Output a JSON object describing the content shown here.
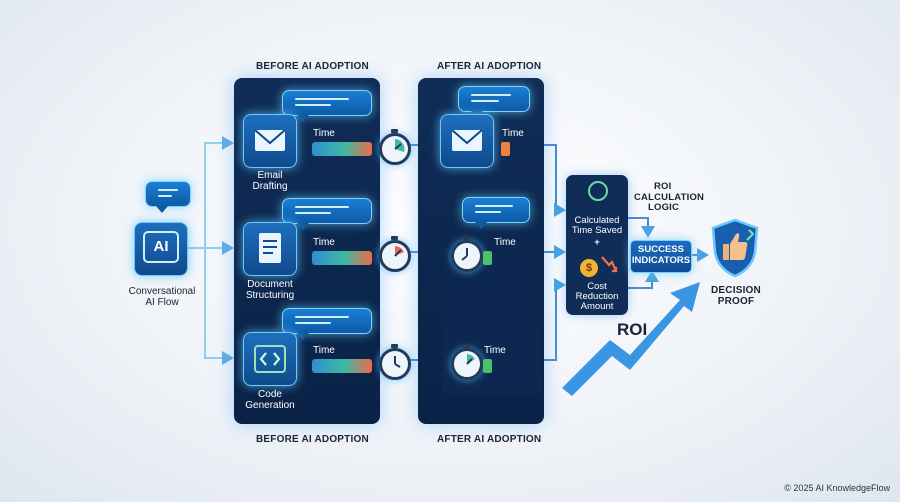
{
  "headers": {
    "before_top": "BEFORE AI ADOPTION",
    "after_top": "AFTER AI ADOPTION",
    "before_bottom": "BEFORE AI ADOPTION",
    "after_bottom": "AFTER AI ADOPTION"
  },
  "source": {
    "icon_text": "AI",
    "label_line1": "Conversational",
    "label_line2": "AI Flow"
  },
  "tasks": [
    {
      "line1": "Email",
      "line2": "Drafting",
      "icon": "envelope-icon"
    },
    {
      "line1": "Document",
      "line2": "Structuring",
      "icon": "document-icon"
    },
    {
      "line1": "Code",
      "line2": "Generation",
      "icon": "code-icon"
    }
  ],
  "time_label": "Time",
  "roi_logic": {
    "line1": "ROI",
    "line2": "CALCULATION",
    "line3": "LOGIC"
  },
  "calc": {
    "time_saved_line1": "Calculated",
    "time_saved_line2": "Time Saved",
    "plus": "+",
    "cost_line1": "Cost",
    "cost_line2": "Reduction",
    "cost_line3": "Amount"
  },
  "success": {
    "line1": "SUCCESS",
    "line2": "INDICATORS"
  },
  "decision": {
    "line1": "DECISION",
    "line2": "PROOF"
  },
  "roi_label": "ROI",
  "copyright": "© 2025 AI KnowledgeFlow",
  "colors": {
    "accent": "#1e6fbe",
    "glow": "#6cc8ff",
    "bar_green": "#3fb9a0",
    "bar_red": "#f06a4a",
    "panel": "#0f2d57"
  }
}
